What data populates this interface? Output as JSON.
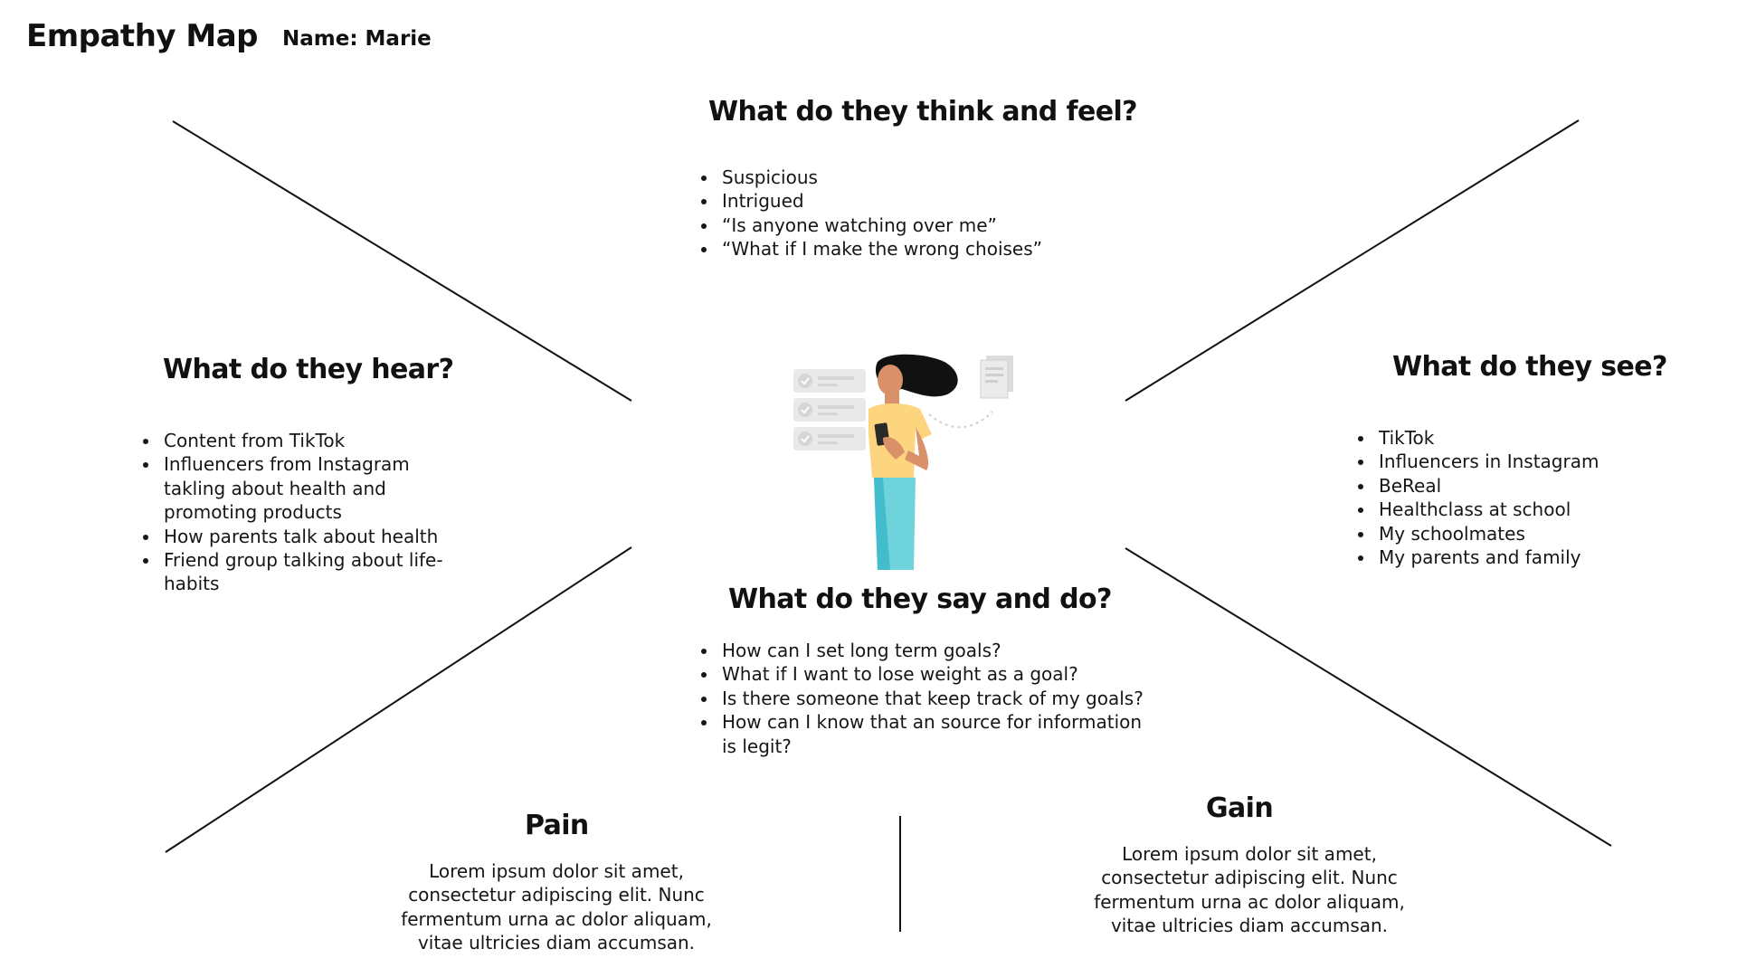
{
  "header": {
    "title": "Empathy Map",
    "name": "Name: Marie"
  },
  "think_feel": {
    "heading": "What do they think and feel?",
    "items": [
      "Suspicious",
      "Intrigued",
      "“Is anyone watching over me”",
      "“What if I make the wrong choises”"
    ]
  },
  "hear": {
    "heading": "What do they hear?",
    "items": [
      "Content from TikTok",
      "Influencers from Instagram takling about health and promoting products",
      "How parents talk about health",
      "Friend group talking about life-habits"
    ]
  },
  "see": {
    "heading": "What do they see?",
    "items": [
      "TikTok",
      "Influencers in Instagram",
      "BeReal",
      "Healthclass at school",
      "My schoolmates",
      "My parents and family"
    ]
  },
  "say_do": {
    "heading": "What do they say and do?",
    "items": [
      "How can I set long term goals?",
      "What if I want to lose weight as a goal?",
      "Is there someone that keep track of my goals?",
      "How can I know that an source for information is legit?"
    ]
  },
  "pain": {
    "heading": "Pain",
    "text": "Lorem ipsum dolor sit amet, consectetur adipiscing elit. Nunc fermentum urna ac dolor aliquam, vitae ultricies diam accumsan."
  },
  "gain": {
    "heading": "Gain",
    "text": "Lorem ipsum dolor sit amet, consectetur adipiscing elit. Nunc fermentum urna ac dolor aliquam, vitae ultricies diam accumsan."
  },
  "colors": {
    "line": "#111111",
    "skin": "#d9916a",
    "hair": "#111111",
    "shirt": "#fdd57e",
    "pants": "#6fd3dc",
    "phone": "#2a2a2a",
    "card": "#e9e9e9"
  }
}
